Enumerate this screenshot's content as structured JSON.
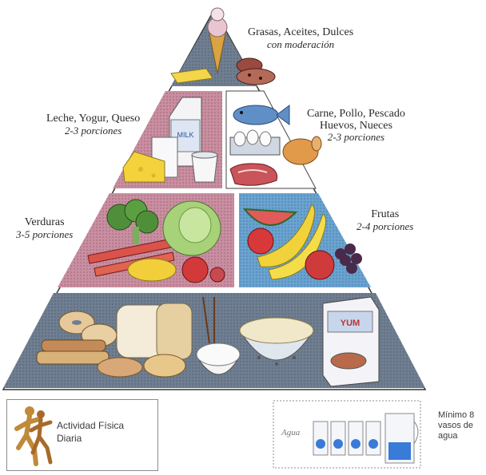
{
  "labels": {
    "grasas": {
      "title": "Grasas, Aceites, Dulces",
      "sub": "con moderación"
    },
    "lacteos": {
      "title": "Leche, Yogur, Queso",
      "sub": "2-3 porciones"
    },
    "carnes": {
      "line1": "Carne, Pollo, Pescado",
      "line2": "Huevos, Nueces",
      "sub": "2-3 porciones"
    },
    "verduras": {
      "title": "Verduras",
      "sub": "3-5 porciones"
    },
    "frutas": {
      "title": "Frutas",
      "sub": "2-4 porciones"
    }
  },
  "activity": {
    "line1": "Actividad Física",
    "line2": "Diaria"
  },
  "water": {
    "label": "Agua",
    "note_line1": "Mínimo 8",
    "note_line2": "vasos de",
    "note_line3": "agua"
  },
  "milk_carton_text": "MILK",
  "cereal_box_text": "YUM"
}
